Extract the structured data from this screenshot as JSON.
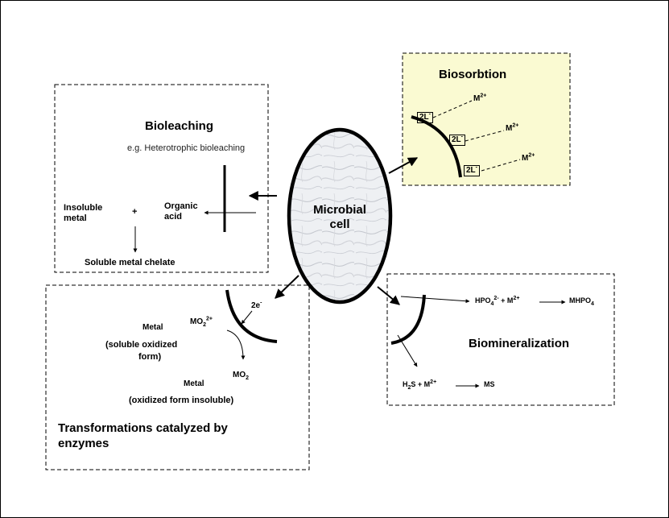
{
  "colors": {
    "border": "#000000",
    "biosorption_fill": "#fafad2",
    "cell_fill": "#e8e8ec"
  },
  "bioleaching": {
    "title": "Bioleaching",
    "subtitle": "e.g. Heterotrophic bioleaching",
    "insoluble_metal_1": "Insoluble",
    "insoluble_metal_2": "metal",
    "plus": "+",
    "organic_acid_1": "Organic",
    "organic_acid_2": "acid",
    "product": "Soluble metal chelate"
  },
  "biosorption": {
    "title": "Biosorbtion",
    "ligand": "2L",
    "ligand_charge": "-",
    "metal": "M",
    "metal_charge": "2+"
  },
  "cell": {
    "line1": "Microbial",
    "line2": "cell"
  },
  "transformations": {
    "title_line1": "Transformations catalyzed by",
    "title_line2": "enzymes",
    "electrons": "2e",
    "electrons_charge": "-",
    "ion": "MO",
    "ion_sub": "2",
    "ion_charge": "2+",
    "metal_a": "Metal",
    "soluble_1": "(soluble oxidized",
    "soluble_2": "form)",
    "product": "MO",
    "product_sub": "2",
    "metal_b": "Metal",
    "insoluble": "(oxidized form insoluble)"
  },
  "biomineralization": {
    "title": "Biomineralization",
    "phosphate": "HPO",
    "phosphate_sub": "4",
    "phosphate_charge": "2-",
    "plus": "+ M",
    "metal_charge": "2+",
    "phosphate_product": "MHPO",
    "phosphate_product_sub": "4",
    "sulfide_h": "H",
    "sulfide_sub": "2",
    "sulfide_s": "S + M",
    "sulfide_product": "MS"
  }
}
